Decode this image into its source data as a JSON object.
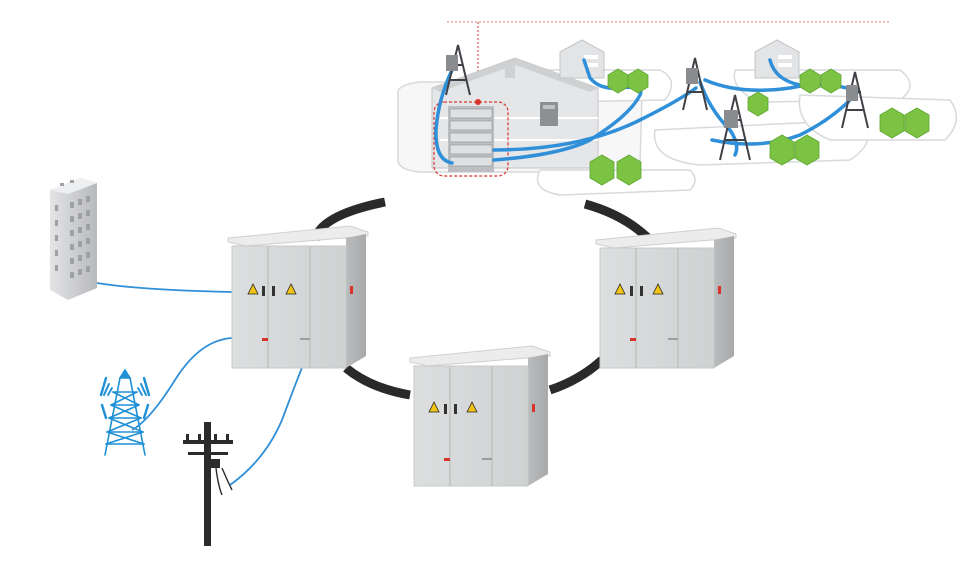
{
  "diagram": {
    "colors": {
      "cable": "#2f8fd8",
      "ring": "#2a2a2a",
      "cabinet": "#d6d8d9",
      "cabinet_roof": "#e9eaeb",
      "leaf": "#7cc243",
      "tower": "#4f5156",
      "icon_blue": "#1e90d6",
      "dashed_red": "#d9342b",
      "building": "#c9cacc"
    },
    "nodes": [
      {
        "id": "cabinet-left",
        "kind": "outdoor-power-cabinet"
      },
      {
        "id": "cabinet-right",
        "kind": "outdoor-power-cabinet"
      },
      {
        "id": "cabinet-bottom",
        "kind": "outdoor-power-cabinet"
      },
      {
        "id": "office-building",
        "kind": "building"
      },
      {
        "id": "radio-tower",
        "kind": "signal-tower-icon"
      },
      {
        "id": "utility-pole",
        "kind": "power-pole"
      },
      {
        "id": "campus-scene",
        "kind": "rack-and-towers-illustration"
      }
    ],
    "links": [
      {
        "from": "office-building",
        "to": "cabinet-left"
      },
      {
        "from": "radio-tower",
        "to": "cabinet-left"
      },
      {
        "from": "utility-pole",
        "to": "cabinet-left"
      },
      {
        "from": "cabinet-left",
        "to": "cabinet-bottom",
        "style": "ring"
      },
      {
        "from": "cabinet-bottom",
        "to": "cabinet-right",
        "style": "ring"
      },
      {
        "from": "cabinet-right",
        "to": "cabinet-left",
        "style": "ring"
      }
    ]
  }
}
